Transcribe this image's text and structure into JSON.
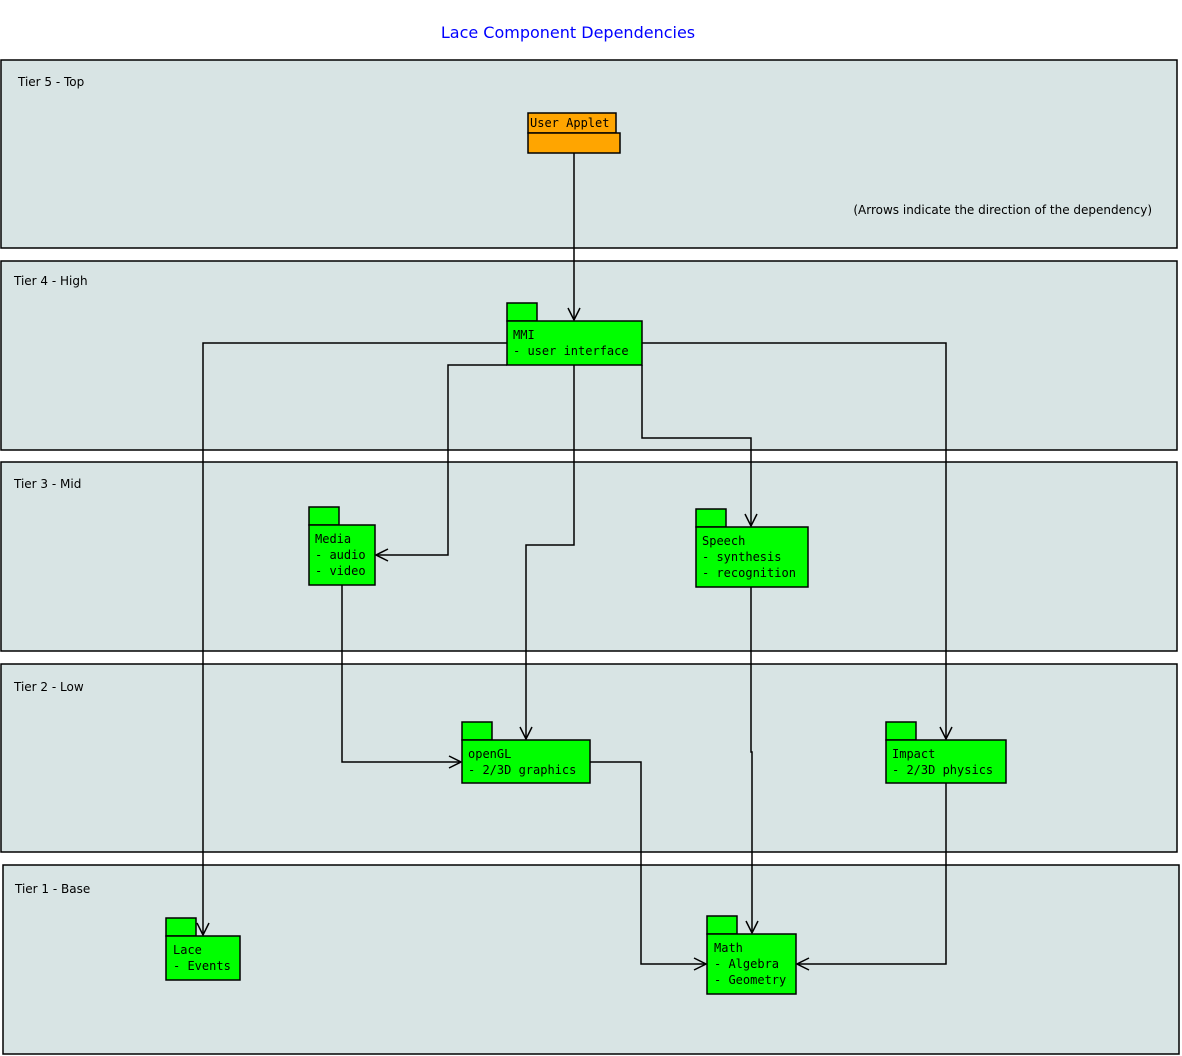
{
  "title": "Lace Component Dependencies",
  "note": "(Arrows indicate the direction of the dependency)",
  "colors": {
    "tier_bg": "#d8e4e4",
    "package": "#00ff00",
    "applet": "#ffa500",
    "title": "#0000ff"
  },
  "tiers": [
    "Tier 5 - Top",
    "Tier 4 - High",
    "Tier 3 - Mid",
    "Tier 2 - Low",
    "Tier 1 - Base"
  ],
  "packages": {
    "applet": {
      "name": "User Applet"
    },
    "mmi": {
      "lines": [
        "MMI",
        "- user interface"
      ]
    },
    "media": {
      "lines": [
        "Media",
        "- audio",
        "- video"
      ]
    },
    "speech": {
      "lines": [
        "Speech",
        "- synthesis",
        "- recognition"
      ]
    },
    "opengl": {
      "lines": [
        "openGL",
        "- 2/3D graphics"
      ]
    },
    "impact": {
      "lines": [
        "Impact",
        "- 2/3D physics"
      ]
    },
    "lace": {
      "lines": [
        "Lace",
        "- Events"
      ]
    },
    "math": {
      "lines": [
        "Math",
        "- Algebra",
        "- Geometry"
      ]
    }
  },
  "dependencies": [
    {
      "from": "User Applet",
      "to": "MMI"
    },
    {
      "from": "MMI",
      "to": "Lace"
    },
    {
      "from": "MMI",
      "to": "Impact"
    },
    {
      "from": "MMI",
      "to": "Media"
    },
    {
      "from": "MMI",
      "to": "openGL"
    },
    {
      "from": "MMI",
      "to": "Speech"
    },
    {
      "from": "Media",
      "to": "openGL"
    },
    {
      "from": "Speech",
      "to": "Math"
    },
    {
      "from": "openGL",
      "to": "Math"
    },
    {
      "from": "Impact",
      "to": "Math"
    }
  ]
}
